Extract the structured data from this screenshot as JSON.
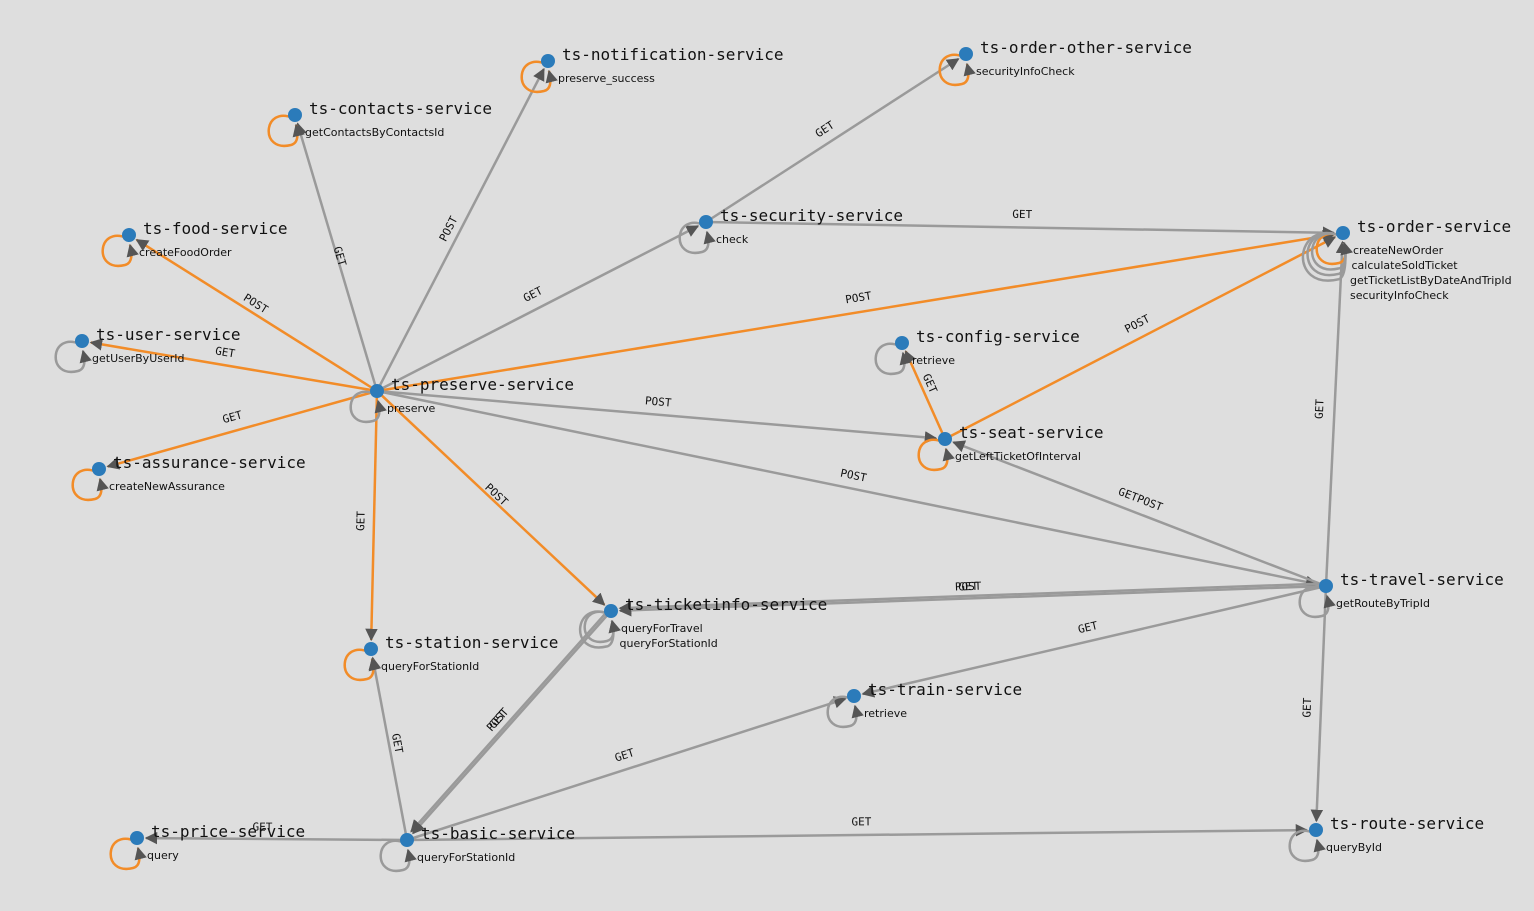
{
  "colors": {
    "background": "#dedede",
    "node": "#2b7bba",
    "edge_post": "#f28c28",
    "edge_get": "#9a9a9a",
    "arrow": "#555555"
  },
  "nodes": [
    {
      "id": "notification",
      "title": "ts-notification-service",
      "methods": [
        "preserve_success"
      ],
      "loops": [
        "post"
      ]
    },
    {
      "id": "orderother",
      "title": "ts-order-other-service",
      "methods": [
        "securityInfoCheck"
      ],
      "loops": [
        "post"
      ]
    },
    {
      "id": "contacts",
      "title": "ts-contacts-service",
      "methods": [
        "getContactsByContactsId"
      ],
      "loops": [
        "post"
      ]
    },
    {
      "id": "food",
      "title": "ts-food-service",
      "methods": [
        "createFoodOrder"
      ],
      "loops": [
        "post"
      ]
    },
    {
      "id": "security",
      "title": "ts-security-service",
      "methods": [
        "check"
      ],
      "loops": [
        "get"
      ]
    },
    {
      "id": "order",
      "title": "ts-order-service",
      "methods": [
        "createNewOrder",
        "calculateSoldTicket",
        "getTicketListByDateAndTripId",
        "securityInfoCheck"
      ],
      "loops": [
        "post",
        "get",
        "get",
        "get"
      ]
    },
    {
      "id": "user",
      "title": "ts-user-service",
      "methods": [
        "getUserByUserId"
      ],
      "loops": [
        "get"
      ]
    },
    {
      "id": "config",
      "title": "ts-config-service",
      "methods": [
        "retrieve"
      ],
      "loops": [
        "get"
      ]
    },
    {
      "id": "preserve",
      "title": "ts-preserve-service",
      "methods": [
        "preserve"
      ],
      "loops": [
        "get"
      ]
    },
    {
      "id": "seat",
      "title": "ts-seat-service",
      "methods": [
        "getLeftTicketOfInterval"
      ],
      "loops": [
        "post"
      ]
    },
    {
      "id": "assurance",
      "title": "ts-assurance-service",
      "methods": [
        "createNewAssurance"
      ],
      "loops": [
        "post"
      ]
    },
    {
      "id": "travel",
      "title": "ts-travel-service",
      "methods": [
        "getRouteByTripId"
      ],
      "loops": [
        "get"
      ]
    },
    {
      "id": "ticketinfo",
      "title": "ts-ticketinfo-service",
      "methods": [
        "queryForTravel",
        "queryForStationId"
      ],
      "loops": [
        "get",
        "get"
      ]
    },
    {
      "id": "station",
      "title": "ts-station-service",
      "methods": [
        "queryForStationId"
      ],
      "loops": [
        "post"
      ]
    },
    {
      "id": "train",
      "title": "ts-train-service",
      "methods": [
        "retrieve"
      ],
      "loops": [
        "get"
      ]
    },
    {
      "id": "price",
      "title": "ts-price-service",
      "methods": [
        "query"
      ],
      "loops": [
        "post"
      ]
    },
    {
      "id": "basic",
      "title": "ts-basic-service",
      "methods": [
        "queryForStationId"
      ],
      "loops": [
        "get"
      ]
    },
    {
      "id": "route",
      "title": "ts-route-service",
      "methods": [
        "queryById"
      ],
      "loops": [
        "get"
      ]
    }
  ],
  "edges": [
    {
      "from": "preserve",
      "to": "contacts",
      "label": "GET",
      "kind": "get"
    },
    {
      "from": "preserve",
      "to": "notification",
      "label": "POST",
      "kind": "get"
    },
    {
      "from": "preserve",
      "to": "food",
      "label": "POST",
      "kind": "post"
    },
    {
      "from": "preserve",
      "to": "user",
      "label": "GET",
      "kind": "post"
    },
    {
      "from": "preserve",
      "to": "assurance",
      "label": "GET",
      "kind": "post"
    },
    {
      "from": "preserve",
      "to": "security",
      "label": "GET",
      "kind": "get"
    },
    {
      "from": "preserve",
      "to": "order",
      "label": "POST",
      "kind": "post"
    },
    {
      "from": "preserve",
      "to": "seat",
      "label": "POST",
      "kind": "get"
    },
    {
      "from": "preserve",
      "to": "travel",
      "label": "POST",
      "kind": "get"
    },
    {
      "from": "preserve",
      "to": "station",
      "label": "GET",
      "kind": "post"
    },
    {
      "from": "preserve",
      "to": "ticketinfo",
      "label": "POST",
      "kind": "post"
    },
    {
      "from": "security",
      "to": "orderother",
      "label": "GET",
      "kind": "get"
    },
    {
      "from": "security",
      "to": "order",
      "label": "GET",
      "kind": "get"
    },
    {
      "from": "seat",
      "to": "order",
      "label": "POST",
      "kind": "post"
    },
    {
      "from": "seat",
      "to": "config",
      "label": "GET",
      "kind": "post"
    },
    {
      "from": "travel",
      "to": "order",
      "label": "GET",
      "kind": "get"
    },
    {
      "from": "travel",
      "to": "seat",
      "label": "GETPOST",
      "kind": "get"
    },
    {
      "from": "travel",
      "to": "ticketinfo",
      "label": "POST",
      "kind": "get"
    },
    {
      "from": "travel",
      "to": "ticketinfo",
      "label": "GET",
      "kind": "get"
    },
    {
      "from": "travel",
      "to": "train",
      "label": "GET",
      "kind": "get"
    },
    {
      "from": "travel",
      "to": "route",
      "label": "GET",
      "kind": "get"
    },
    {
      "from": "ticketinfo",
      "to": "basic",
      "label": "POST",
      "kind": "get"
    },
    {
      "from": "ticketinfo",
      "to": "basic",
      "label": "GET",
      "kind": "get"
    },
    {
      "from": "basic",
      "to": "station",
      "label": "GET",
      "kind": "get"
    },
    {
      "from": "basic",
      "to": "train",
      "label": "GET",
      "kind": "get"
    },
    {
      "from": "basic",
      "to": "price",
      "label": "GET",
      "kind": "get"
    },
    {
      "from": "basic",
      "to": "route",
      "label": "GET",
      "kind": "get"
    }
  ]
}
